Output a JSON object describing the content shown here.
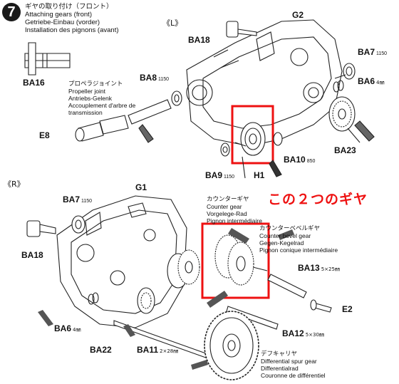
{
  "step": {
    "number": "7",
    "title_lines": [
      "ギヤの取り付け（フロント）",
      "Attaching gears (front)",
      "Getriebe-Einbau (vorder)",
      "Installation des pignons (avant)"
    ]
  },
  "sides": {
    "left": "《L》",
    "right": "《R》"
  },
  "callout": {
    "text": "この２つのギヤ",
    "color": "#e11111"
  },
  "parts_top": {
    "G2": "G2",
    "BA18": "BA18",
    "BA7": "BA7",
    "BA7_qty": "1150",
    "BA6": "BA6",
    "BA6_qty": "4㎜",
    "BA16": "BA16",
    "BA8": "BA8",
    "BA8_qty": "1150",
    "E8": "E8",
    "BA23": "BA23",
    "BA10": "BA10",
    "BA10_qty": "850",
    "BA9": "BA9",
    "BA9_qty": "1150",
    "H1": "H1"
  },
  "propeller_joint": [
    "プロペラジョイント",
    "Propeller joint",
    "Antriebs-Gelenk",
    "Accouplement d'arbre de",
    "transmission"
  ],
  "parts_bottom": {
    "G1": "G1",
    "BA7": "BA7",
    "BA7_qty": "1150",
    "BA18": "BA18",
    "BA6": "BA6",
    "BA6_qty": "4㎜",
    "BA22": "BA22",
    "BA11": "BA11",
    "BA11_qty": "2×28㎜",
    "BA12": "BA12",
    "BA12_qty": "5×30㎜",
    "BA13": "BA13",
    "BA13_qty": "5×25㎜",
    "E2": "E2"
  },
  "counter_gear": [
    "カウンターギヤ",
    "Counter gear",
    "Vorgelege-Rad",
    "Pignon intermédiaire"
  ],
  "counter_bevel_gear": [
    "カウンターベベルギヤ",
    "Counter bevel gear",
    "Gegen-Kegelrad",
    "Pignon conique intermédiaire"
  ],
  "diff_spur_gear": [
    "デフキャリヤ",
    "Differential spur gear",
    "Differentialrad",
    "Couronne de différentiel"
  ]
}
